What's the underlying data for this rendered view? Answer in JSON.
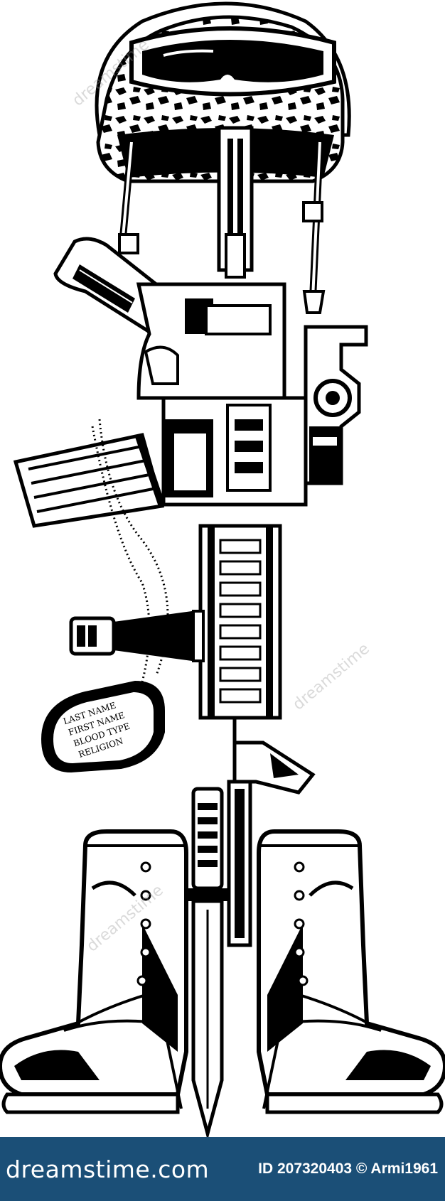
{
  "image": {
    "subject": "battle-cross",
    "dog_tag": [
      "LAST NAME",
      "FIRST NAME",
      "BLOOD TYPE",
      "RELIGION"
    ],
    "colors": {
      "ink": "#000000",
      "paper": "#ffffff",
      "footer": "#1b4f77"
    }
  },
  "watermarks": [
    "dreamstime",
    "dreamstime",
    "dreamstime"
  ],
  "footer": {
    "brand": "dreamstime.com",
    "credit": "ID 207320403 © Armi1961"
  }
}
